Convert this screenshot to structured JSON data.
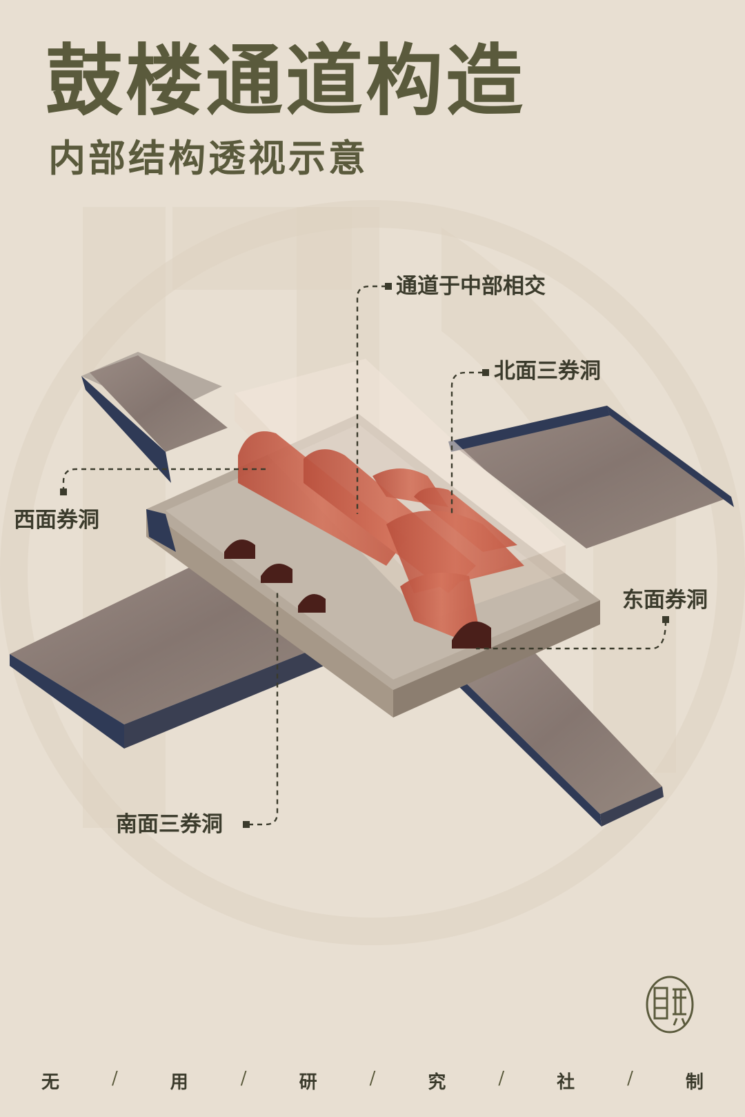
{
  "title": "鼓楼通道构造",
  "subtitle": "内部结构透视示意",
  "labels": {
    "middle": "通道于中部相交",
    "north": "北面三券洞",
    "west": "西面券洞",
    "east": "东面券洞",
    "south": "南面三券洞"
  },
  "footer": {
    "chars": [
      "无",
      "用",
      "研",
      "究",
      "社",
      "制"
    ],
    "separator": "/"
  },
  "seal": {
    "text": "月無"
  },
  "colors": {
    "background": "#e8dfd2",
    "title": "#5a5a3c",
    "ramp": "#8f8079",
    "ramp_edge": "#2f3a56",
    "platform": "#a89c90",
    "vault": "#c9614b",
    "glass": "#f2e6da"
  }
}
